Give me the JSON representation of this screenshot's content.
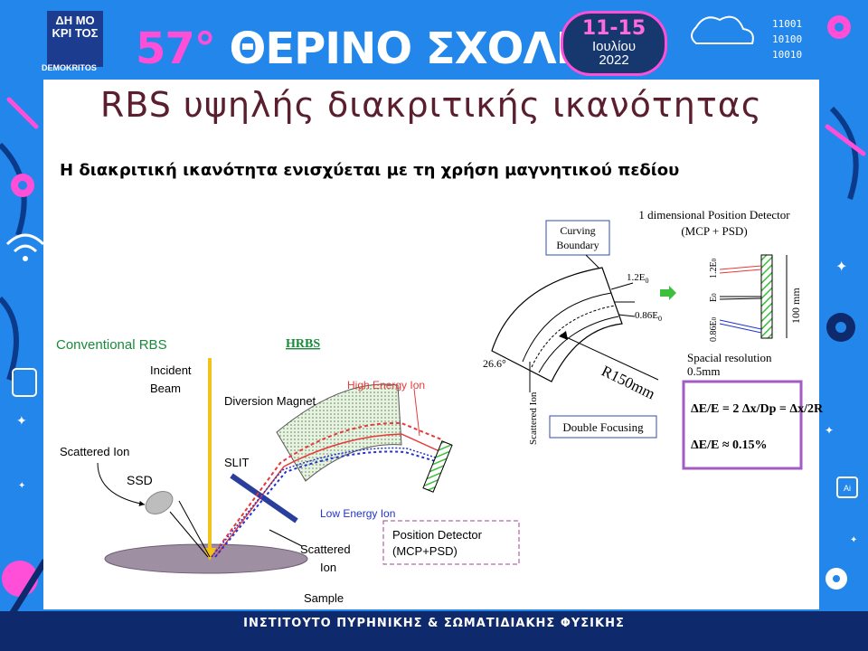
{
  "header": {
    "number": "57",
    "number_suffix": "°",
    "title": "ΘΕΡΙΝΟ ΣΧΟΛΕΙΟ",
    "logo_label": "DEMOKRITOS",
    "logo_glyphs": "ΔΗ ΜΟ ΚΡΙ ΤΟΣ",
    "dates_days": "11-15",
    "dates_month": "Ιουλίου",
    "dates_year": "2022",
    "bits": [
      "11001",
      "10100",
      "10010"
    ]
  },
  "slide": {
    "title": "RBS υψηλής διακριτικής ικανότητας",
    "subtitle": "Η διακριτική ικανότητα ενισχύεται με τη χρήση μαγνητικού πεδίου"
  },
  "diagram_left": {
    "conventional_label": "Conventional RBS",
    "hrbs_label": "HRBS",
    "incident_beam": [
      "Incident",
      "Beam"
    ],
    "diversion_magnet": "Diversion Magnet",
    "high_energy_ion": "High Energy Ion",
    "scattered_ion_left": "Scattered Ion",
    "ssd": "SSD",
    "slit": "SLIT",
    "low_energy_ion": "Low Energy Ion",
    "position_detector": [
      "Position Detector",
      "(MCP+PSD)"
    ],
    "scattered_ion_center": [
      "Scattered",
      "Ion"
    ],
    "sample": "Sample"
  },
  "diagram_right": {
    "curving_boundary": [
      "Curving",
      "Boundary"
    ],
    "detector_title": [
      "1 dimensional Position Detector",
      "(MCP + PSD)"
    ],
    "e_high": "1.2E",
    "e_low": "0.86E",
    "e_sub": "0",
    "e_high_v": "1.2E",
    "e_mid_v": "E",
    "e_low_v": "0.86E",
    "size": "100 mm",
    "angle": "26.6°",
    "radius": "R150mm",
    "scattered_ion": "Scattered Ion",
    "double_focusing": "Double Focusing",
    "spacial_resolution": [
      "Spacial resolution",
      "0.5mm"
    ],
    "formula_1": "ΔE/E = 2 Δx/Dp = Δx/2R",
    "formula_2": "ΔE/E ≈ 0.15%"
  },
  "footer": {
    "text": "ΙΝΣΤΙΤΟΥΤΟ ΠΥΡΗΝΙΚΗΣ & ΣΩΜΑΤΙΔΙΑΚΗΣ ΦΥΣΙΚΗΣ"
  },
  "colors": {
    "background": "#2286ea",
    "accent_pink": "#ff4fd8",
    "title": "#5a1e2e",
    "footer": "#0e2a6c",
    "beam": "#f2c21a",
    "high_energy": "#e8393a",
    "low_energy": "#2233cc",
    "detector": "#3cbf3c",
    "formula_box": "#a35cc4"
  }
}
